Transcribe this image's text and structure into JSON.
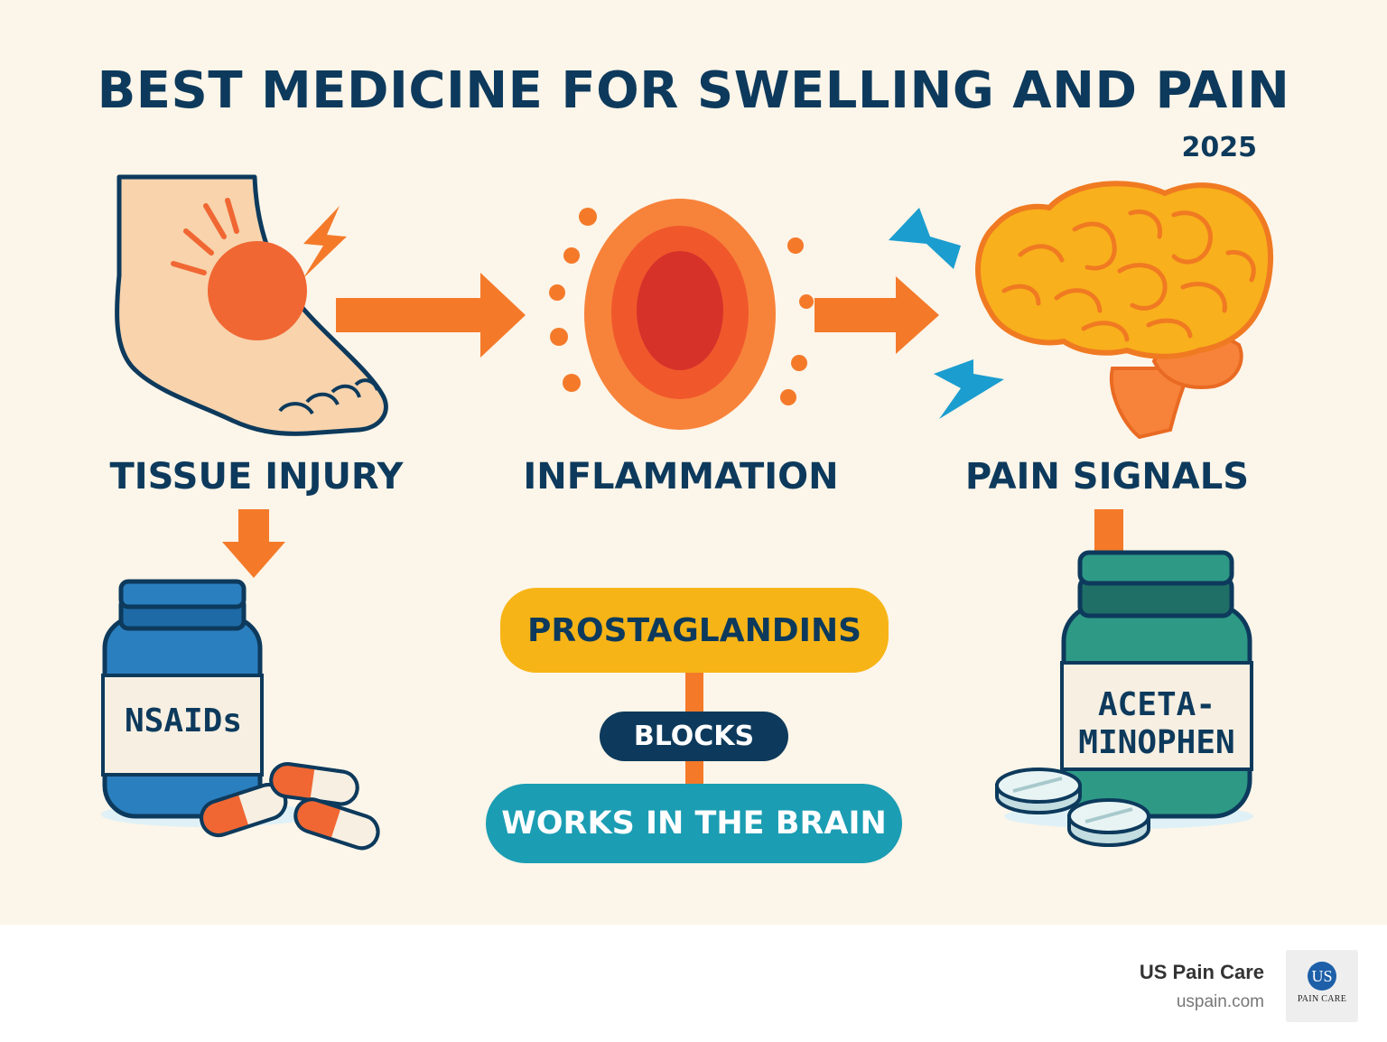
{
  "title": "BEST MEDICINE FOR SWELLING AND PAIN",
  "year": "2025",
  "stages": {
    "injury": "TISSUE INJURY",
    "inflammation": "INFLAMMATION",
    "pain": "PAIN SIGNALS"
  },
  "medicines": {
    "nsaids": "NSAIDs",
    "acetaminophen_line1": "ACETA-",
    "acetaminophen_line2": "MINOPHEN"
  },
  "mechanism": {
    "target": "PROSTAGLANDINS",
    "action": "BLOCKS",
    "note": "WORKS IN THE BRAIN"
  },
  "footer": {
    "brand": "US Pain Care",
    "url": "uspain.com",
    "logo_monogram": "US",
    "logo_caption": "PAIN CARE"
  },
  "colors": {
    "background": "#fcf5e9",
    "navy": "#0d3a5c",
    "orange": "#f47a2a",
    "yellow": "#f7b416",
    "teal": "#1b9db3",
    "nsaid_bottle": "#2a7fbf",
    "acetaminophen_bottle": "#2e9a86"
  },
  "icons": [
    "foot-icon",
    "inflamed-cell-icon",
    "brain-icon",
    "lightning-icon",
    "arrow-icon",
    "pill-bottle-icon",
    "capsule-icon",
    "tablet-icon"
  ]
}
